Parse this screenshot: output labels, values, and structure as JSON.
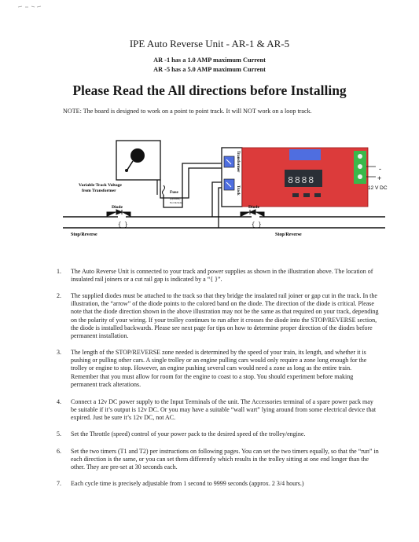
{
  "header": {
    "title": "IPE Auto Reverse Unit - AR-1 & AR-5",
    "current_ar1": "AR -1 has a 1.0 AMP maximum Current",
    "current_ar5": "AR -5 has a 5.0 AMP maximum Current",
    "headline": "Please Read the All directions before Installing",
    "note": "NOTE: The board is designed to work on a point to point track. It will NOT work on a loop track."
  },
  "diagram": {
    "transformer_label_1": "Variable Track Voltage",
    "transformer_label_2": "from Transformer",
    "fuse_label": "Fuse",
    "fuse_note_1": "(Optional)",
    "fuse_note_2": "Not Included",
    "diode_left": "Diode",
    "diode_right": "Diode",
    "gap_left": "{ }",
    "gap_right": "{ }",
    "stop_reverse_left": "Stop/Reverse",
    "stop_reverse_right": "Stop/Reverse",
    "terminal_transformer": "Transformer",
    "terminal_track": "Track",
    "display": "8888",
    "minus": "-",
    "plus": "+",
    "power": "12 V DC",
    "colors": {
      "board": "#dc3b3b",
      "terminal": "#4f6ee0",
      "display": "#2a2f36",
      "led_green": "#3bb84a"
    }
  },
  "instructions": [
    {
      "num": "1.",
      "text": "The Auto Reverse Unit is connected to your track and power supplies as shown in the illustration above.  The location of insulated rail joiners or a cut rail gap is indicated by a “{ }”."
    },
    {
      "num": "2.",
      "text": "The supplied diodes must be attached to the track so that they bridge the insulated rail joiner or gap cut in the track. In the illustration, the “arrow” of the diode points to the colored band on the diode. The direction of the diode is critical. Please note that the diode direction shown in the above illustration may not be the same as that required on your track, depending on the polarity of your wiring. If your trolley continues to run after it crosses the diode into the STOP/REVERSE section, the diode is installed backwards. Please see next page for tips on how to determine proper direction of the diodes before permanent installation."
    },
    {
      "num": "3.",
      "text": "The length of the STOP/REVERSE zone needed is determined by the speed of your train, its length, and whether it is pushing or pulling other cars.  A single trolley or an engine pulling cars would only require a zone long enough for the trolley or engine to stop. However, an engine pushing several cars would need a zone as long as the entire train. Remember that you must allow for room for the engine to coast to a stop. You should experiment before making permanent track alterations."
    },
    {
      "num": "4.",
      "text": "Connect a 12v DC power supply to the Input Terminals of the unit. The Accessories terminal of  a spare power pack may be suitable if it’s output is 12v DC. Or you may have a suitable “wall wart” lying around from some electrical device that expired.  Just be sure it’s 12v DC, not AC."
    },
    {
      "num": "5.",
      "text": "Set the Throttle (speed) control of your power pack to the desired speed of the trolley/engine."
    },
    {
      "num": "6.",
      "text": "Set the two timers (T1 and T2) per instructions on following pages. You can set the two timers equally, so that the “run” in each direction is the same, or you can set them differently which results in the trolley sitting at one end longer than the other. They are pre-set at 30 seconds each."
    },
    {
      "num": "7.",
      "text": "Each cycle time is precisely adjustable from 1 second to 9999 seconds (approx. 2 3/4 hours.)"
    }
  ]
}
